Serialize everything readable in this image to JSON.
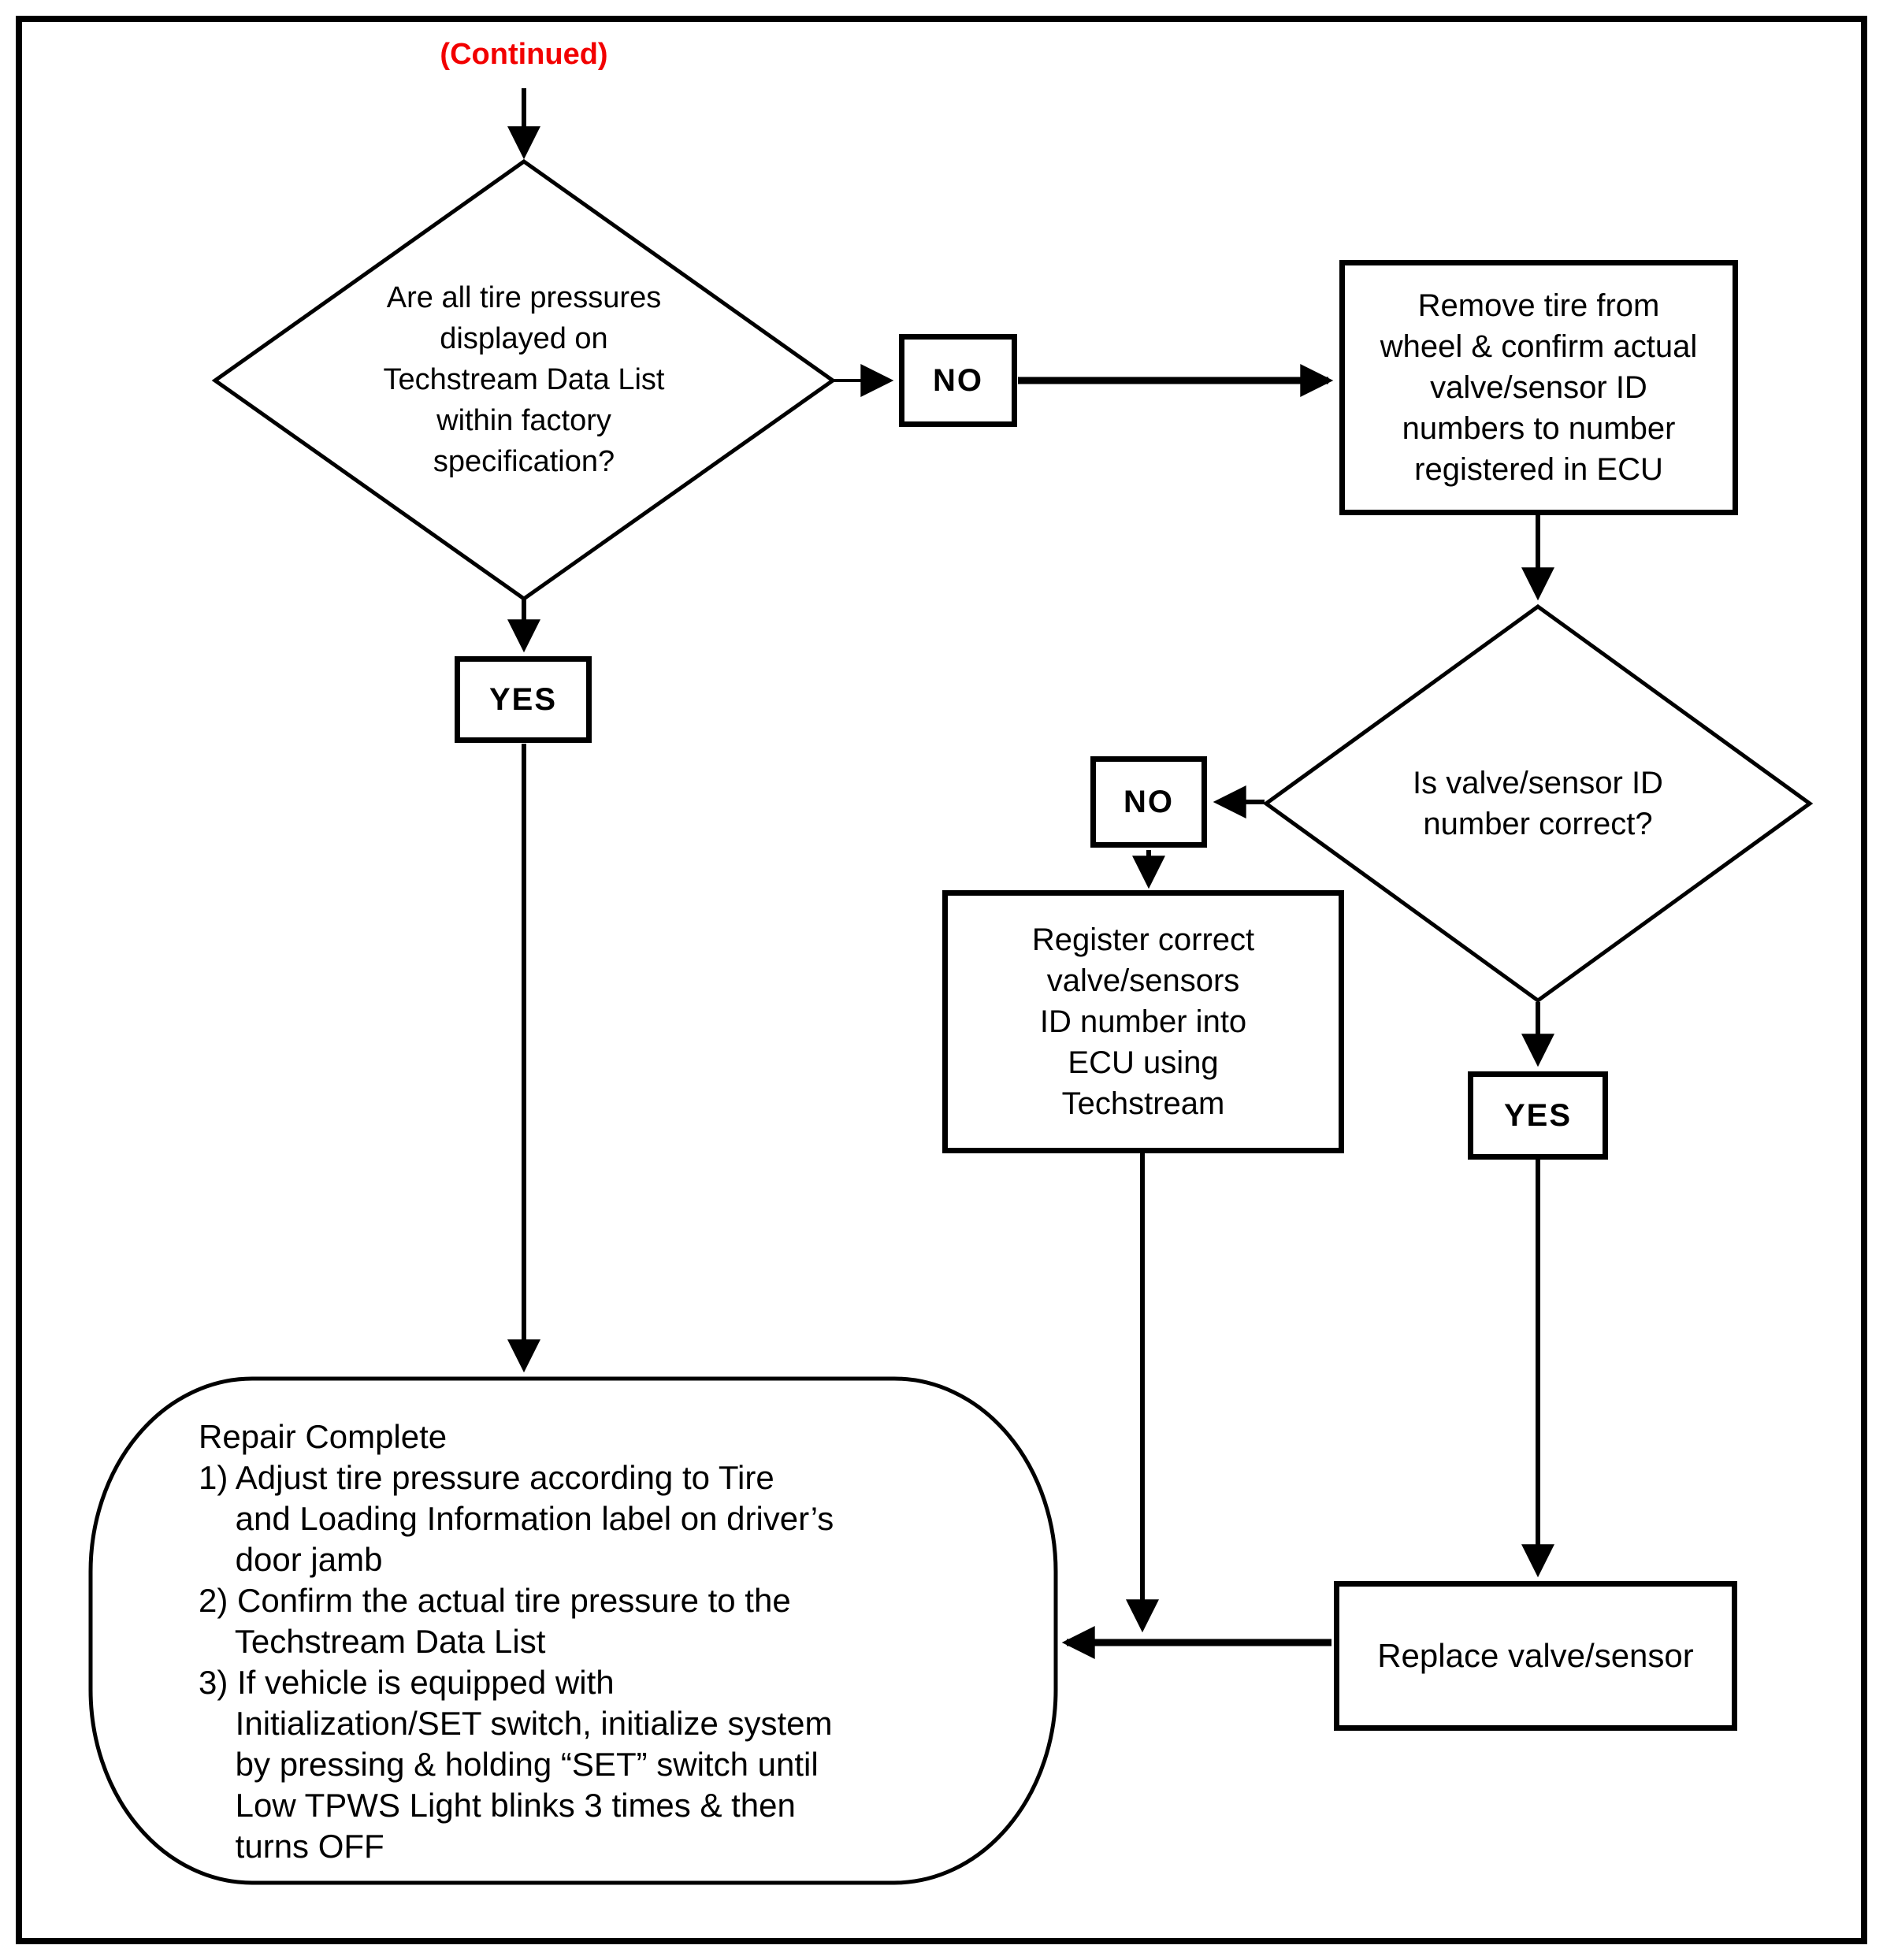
{
  "colors": {
    "ink": "#000000",
    "continued_red": "#f20000",
    "paper": "#ffffff"
  },
  "header": {
    "continued_label": "(Continued)"
  },
  "flowchart": {
    "decision_tire_pressure": {
      "text": "Are all tire pressures\ndisplayed on\nTechstream Data List\nwithin factory\nspecification?"
    },
    "connector_no_1": {
      "label": "NO"
    },
    "connector_yes_1": {
      "label": "YES"
    },
    "process_remove_tire": {
      "text": "Remove tire from\nwheel & confirm actual\nvalve/sensor ID\nnumbers to number\nregistered in ECU"
    },
    "decision_valve_id": {
      "text": "Is valve/sensor ID\nnumber correct?"
    },
    "connector_no_2": {
      "label": "NO"
    },
    "connector_yes_2": {
      "label": "YES"
    },
    "process_register_id": {
      "text": "Register correct\nvalve/sensors\nID number into\nECU using\nTechstream"
    },
    "process_replace_valve": {
      "text": "Replace valve/sensor"
    },
    "terminal_repair_complete": {
      "text": "Repair Complete\n1) Adjust tire pressure according to Tire\n    and Loading Information label on driver’s\n    door jamb\n2) Confirm the actual tire pressure to the\n    Techstream Data List\n3) If vehicle is equipped with\n    Initialization/SET switch, initialize system\n    by pressing & holding “SET” switch until\n    Low TPWS Light blinks 3 times & then\n    turns OFF"
    }
  }
}
